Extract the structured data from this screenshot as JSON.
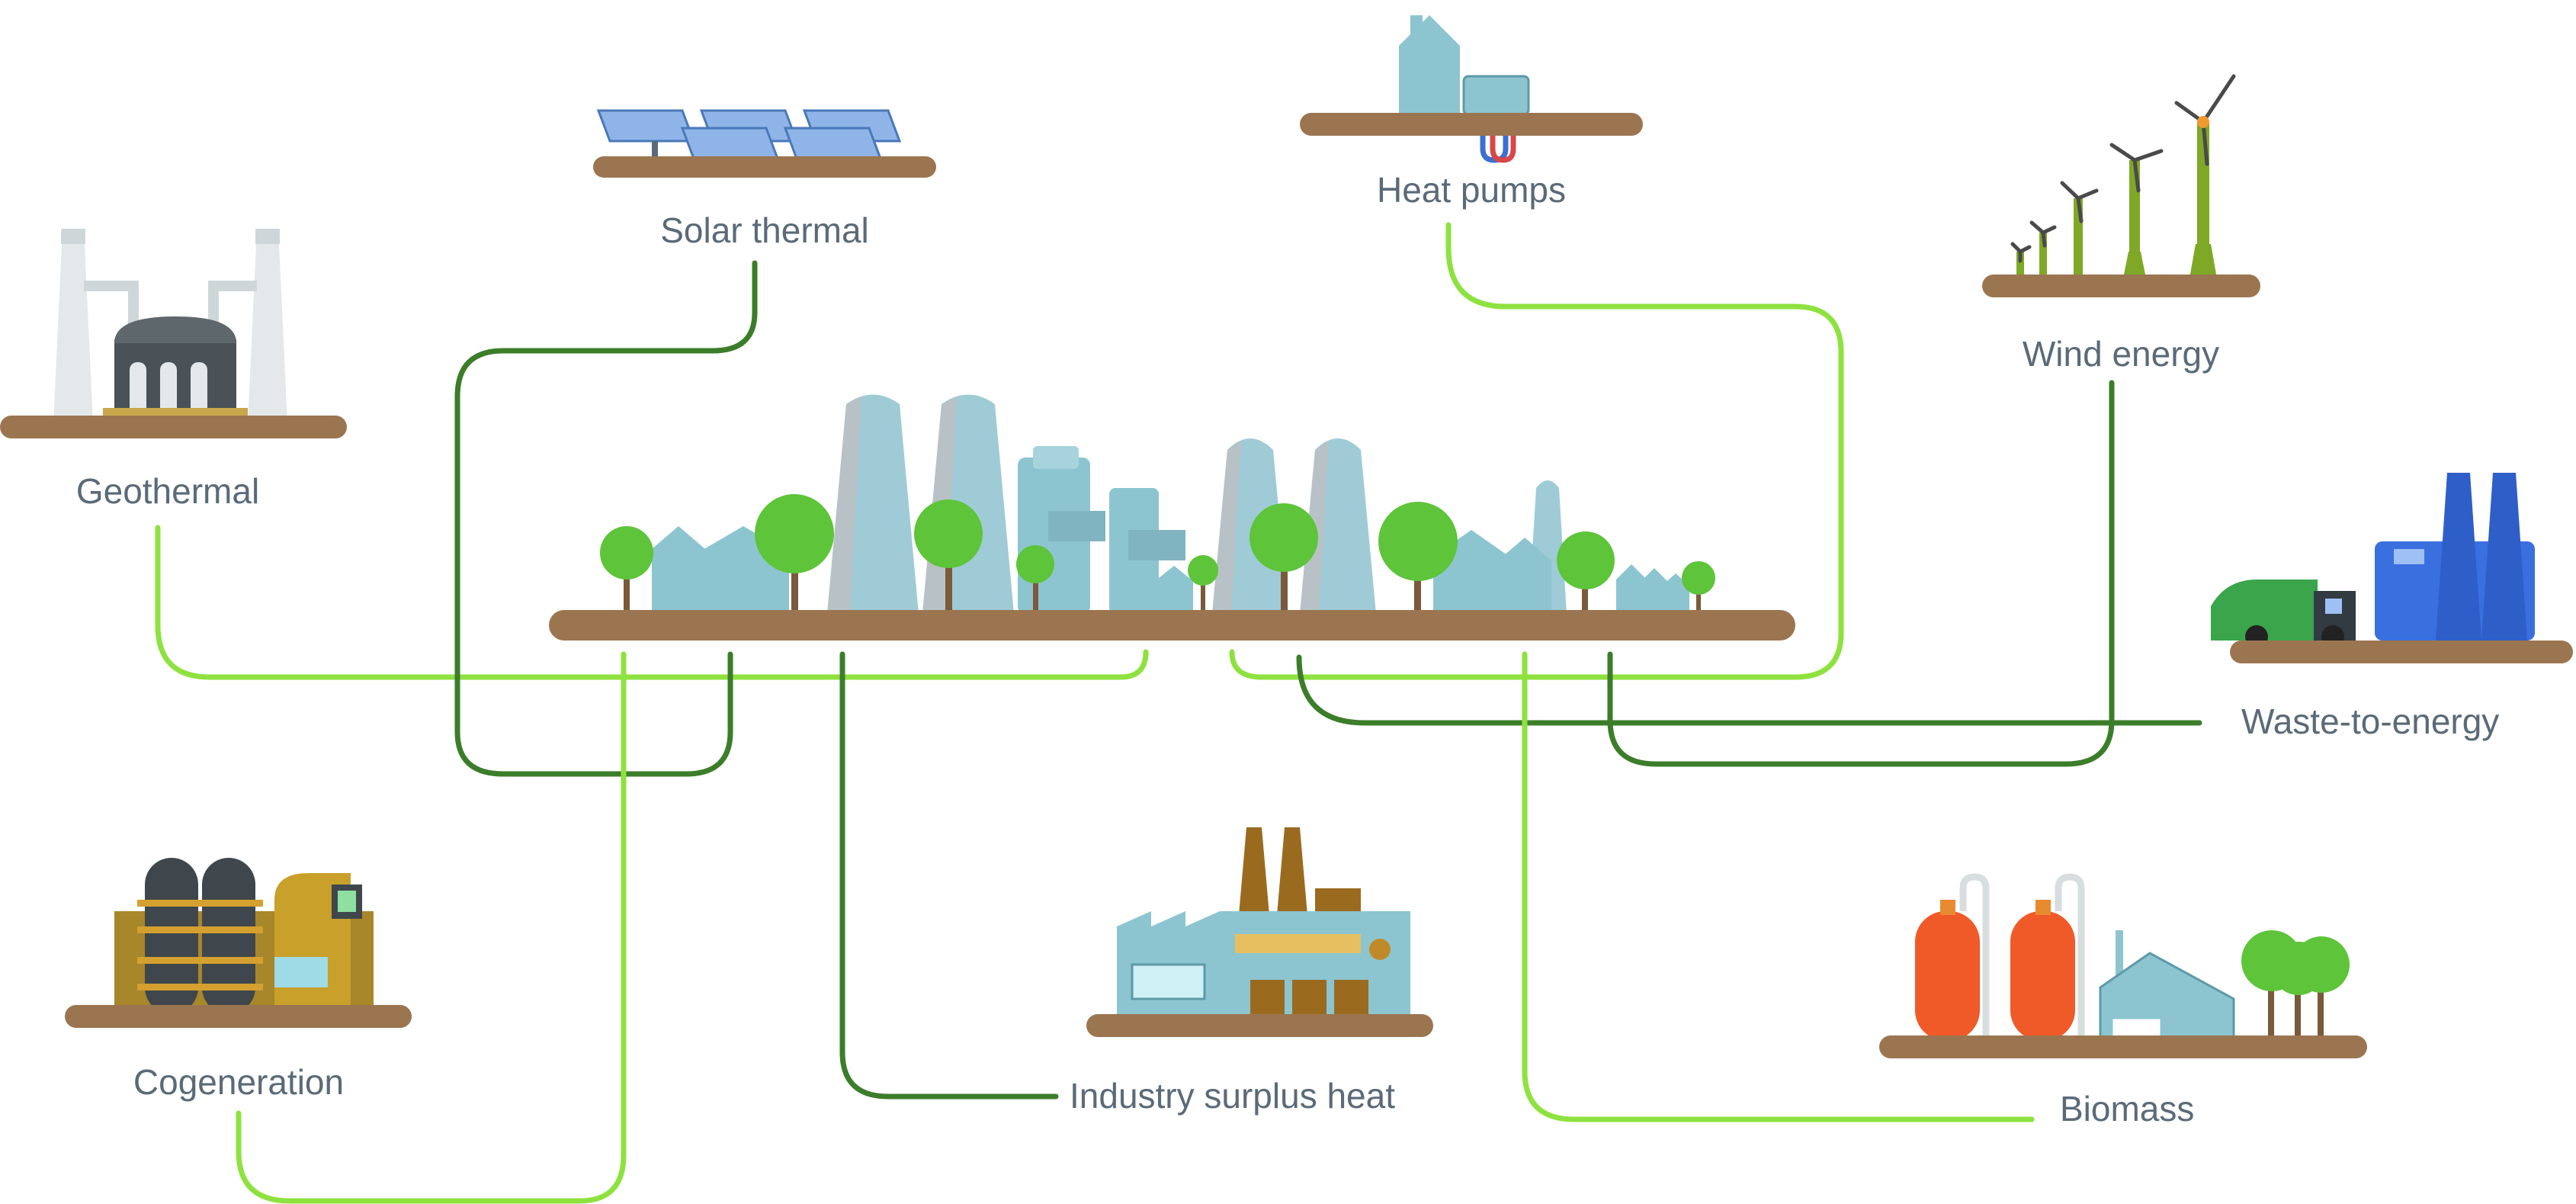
{
  "labels": {
    "solar_thermal": "Solar thermal",
    "heat_pumps": "Heat pumps",
    "wind_energy": "Wind energy",
    "geothermal": "Geothermal",
    "waste_to_energy": "Waste-to-energy",
    "cogeneration": "Cogeneration",
    "industry_surplus_heat": "Industry surplus heat",
    "biomass": "Biomass"
  },
  "colors": {
    "line_light": "#8ee23f",
    "line_dark": "#3c7d2a",
    "ground": "#9b7550",
    "building": "#8cc5d0",
    "tower": "#aeb8bd",
    "tree": "#5ec43a",
    "label_text": "#5a6a78"
  }
}
